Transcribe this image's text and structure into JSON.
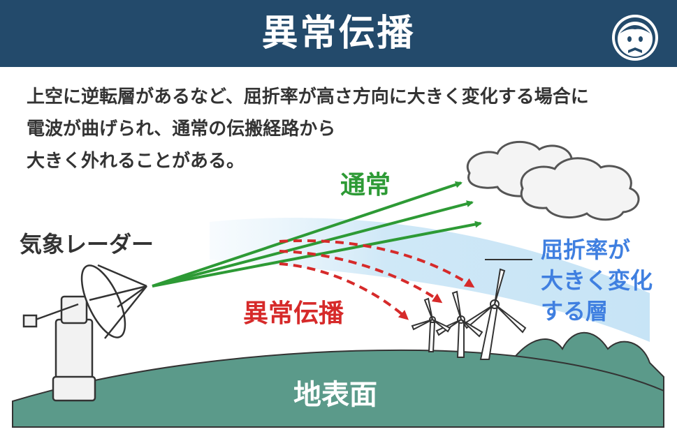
{
  "header": {
    "title": "異常伝播",
    "bg_color": "#234a6b"
  },
  "logo_icon": "mascot-face-icon",
  "description": {
    "lines": [
      "上空に逆転層があるなど、屈折率が高さ方向に大きく変化する場合に",
      "電波が曲げられ、通常の伝搬経路から",
      "大きく外れることがある。"
    ]
  },
  "diagram": {
    "radar_label": "気象レーダー",
    "normal_label": "通常",
    "anomalous_label": "異常伝播",
    "layer_label_lines": [
      "屈折率が",
      "大きく変化",
      "する層"
    ],
    "ground_label": "地表面",
    "colors": {
      "normal": "#2d9a35",
      "anomalous": "#d62a2a",
      "layer_text": "#3f7fe0",
      "ground": "#5b9a8a",
      "layer_band": "#cfe8f7"
    }
  }
}
